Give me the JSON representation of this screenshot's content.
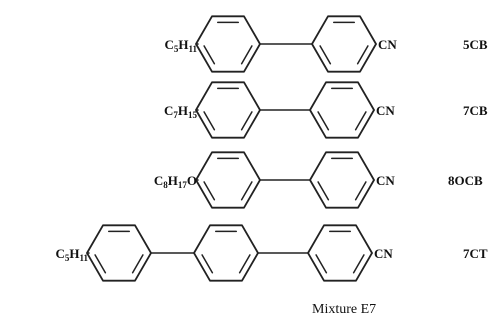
{
  "molecules": [
    {
      "code": "5CB",
      "substituent": {
        "base": "C",
        "n1": "5",
        "h": "H",
        "n2": "11",
        "o": ""
      },
      "terminal": "CN"
    },
    {
      "code": "7CB",
      "substituent": {
        "base": "C",
        "n1": "7",
        "h": "H",
        "n2": "15",
        "o": ""
      },
      "terminal": "CN"
    },
    {
      "code": "8OCB",
      "substituent": {
        "base": "C",
        "n1": "8",
        "h": "H",
        "n2": "17",
        "o": "O"
      },
      "terminal": "CN"
    },
    {
      "code": "7CT",
      "substituent": {
        "base": "C",
        "n1": "5",
        "h": "H",
        "n2": "11",
        "o": ""
      },
      "terminal": "CN"
    }
  ],
  "caption": "Mixture E7"
}
